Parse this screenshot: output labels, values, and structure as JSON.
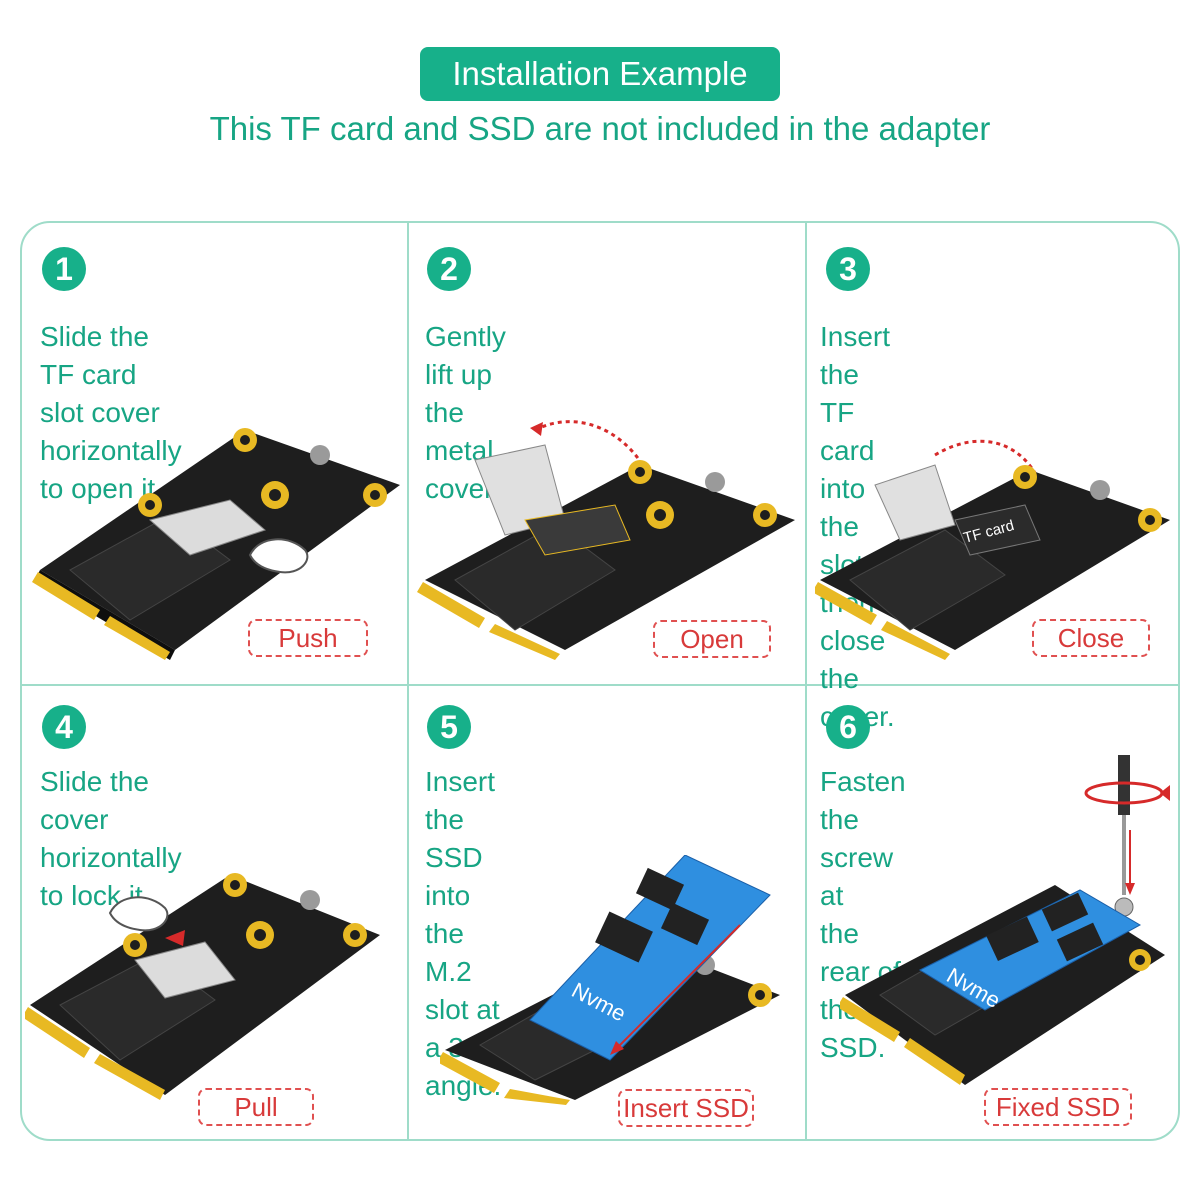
{
  "header": {
    "title": "Installation Example",
    "subtitle": "This TF card and SSD are not included in the adapter"
  },
  "steps": [
    {
      "num": "1",
      "text_line1": "Slide the TF card slot cover",
      "text_line2": "horizontally to open it.",
      "tag": "Push"
    },
    {
      "num": "2",
      "text_line1": "Gently lift up the metal cover.",
      "text_line2": "",
      "tag": "Open"
    },
    {
      "num": "3",
      "text_line1": "Insert the TF card into the",
      "text_line2": "slot, then close the cover.",
      "tag": "Close"
    },
    {
      "num": "4",
      "text_line1": "Slide the cover horizontally",
      "text_line2": "to lock it.",
      "tag": "Pull"
    },
    {
      "num": "5",
      "text_line1": "Insert the SSD into the M.2",
      "text_line2": "slot at a 30° angle.",
      "tag": "Insert SSD"
    },
    {
      "num": "6",
      "text_line1": "Fasten the screw at",
      "text_line2": "the rear of the SSD.",
      "tag": "Fixed SSD"
    }
  ],
  "labels": {
    "tf_card": "TF card",
    "nvme": "Nvme"
  },
  "colors": {
    "accent": "#17b08a",
    "border": "#9fdcc9",
    "tag_red": "#e05050",
    "board": "#1e1e1e",
    "gold": "#e8b923",
    "ssd_blue": "#2f8fe0"
  }
}
